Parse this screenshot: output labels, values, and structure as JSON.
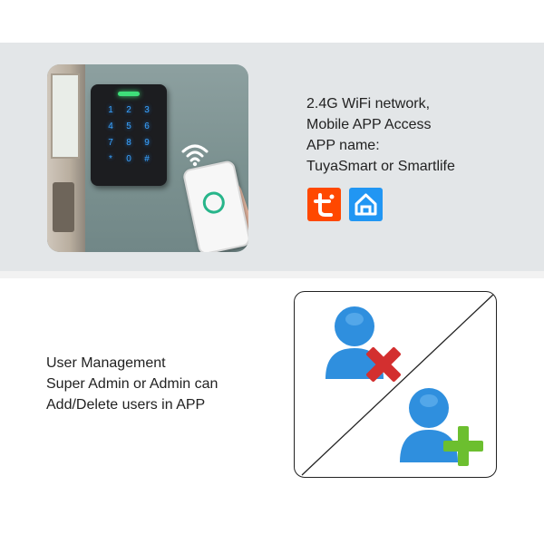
{
  "wifi_section": {
    "lines": [
      "2.4G WiFi network,",
      "Mobile APP Access",
      "APP name:",
      "TuyaSmart or Smartlife"
    ],
    "apps": [
      {
        "name": "TuyaSmart",
        "icon": "tuya-logo-icon",
        "color": "#ff4800"
      },
      {
        "name": "Smartlife",
        "icon": "smartlife-house-icon",
        "color": "#2196f3"
      }
    ],
    "keypad_keys": [
      "1",
      "2",
      "3",
      "4",
      "5",
      "6",
      "7",
      "8",
      "9",
      "*",
      "0",
      "#"
    ]
  },
  "user_section": {
    "lines": [
      "User Management",
      "Super Admin or Admin can",
      "Add/Delete users in APP"
    ],
    "icons": [
      {
        "name": "delete-user-icon",
        "color": "#1e88d8",
        "badge_color": "#d32f2f"
      },
      {
        "name": "add-user-icon",
        "color": "#1e88d8",
        "badge_color": "#6cbf2f"
      }
    ]
  }
}
